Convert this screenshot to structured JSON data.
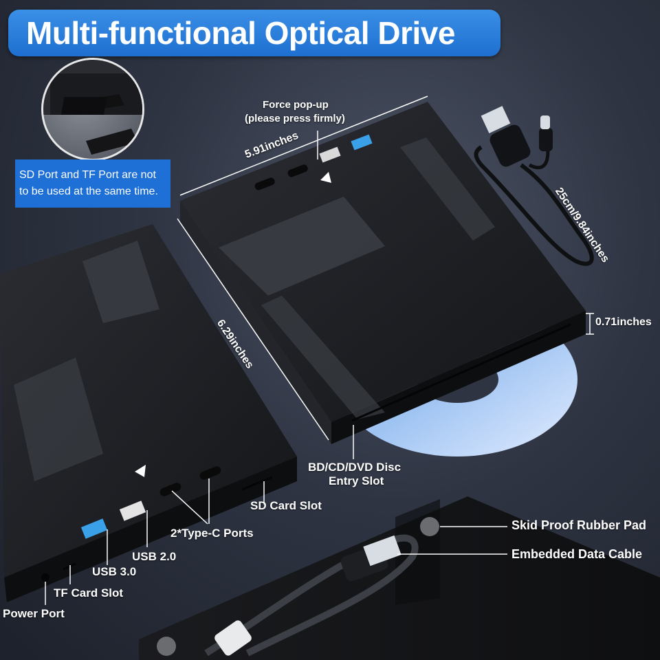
{
  "title": "Multi-functional Optical Drive",
  "sd_note": {
    "line1": "SD Port and TF Port are not",
    "line2": "to be used at the same time."
  },
  "dimensions": {
    "width": "5.91inches",
    "length": "6.29inches",
    "height": "0.71inches",
    "cable": "25cm/9.84inches"
  },
  "callouts": {
    "force_popup_1": "Force pop-up",
    "force_popup_2": "(please press firmly)",
    "disc_slot_1": "BD/CD/DVD Disc",
    "disc_slot_2": "Entry Slot",
    "sd_card_slot": "SD Card Slot",
    "type_c_ports": "2*Type-C Ports",
    "usb2": "USB 2.0",
    "usb3": "USB 3.0",
    "tf_card_slot": "TF Card Slot",
    "power_port": "Power Port",
    "rubber_pad": "Skid Proof Rubber Pad",
    "data_cable": "Embedded Data Cable"
  },
  "colors": {
    "banner": "#2a80de",
    "note_box": "#1f70d6",
    "drive_body": "#1b1c20",
    "usb3_blue": "#3aa0e8"
  }
}
